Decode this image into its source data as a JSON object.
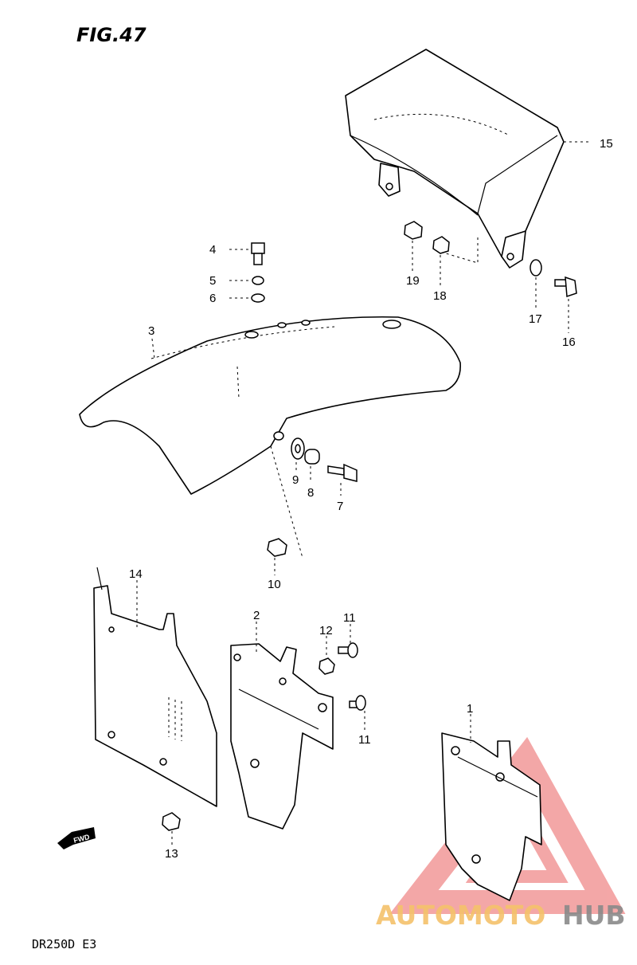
{
  "figure": {
    "title": "FIG.47",
    "model": "DR250D E3"
  },
  "fwd_badge": "FWD",
  "watermark": {
    "text_a": "AUTOMOTO",
    "text_b": "HUB",
    "color_a": "#F5C26B",
    "color_b": "#8A8A8A",
    "mark_color": "#F08A8A"
  },
  "parts": [
    {
      "no": "1",
      "name": "bracket-plate"
    },
    {
      "no": "2",
      "name": "bracket"
    },
    {
      "no": "3",
      "name": "front-fender"
    },
    {
      "no": "4",
      "name": "bolt"
    },
    {
      "no": "5",
      "name": "washer"
    },
    {
      "no": "6",
      "name": "washer"
    },
    {
      "no": "7",
      "name": "bolt"
    },
    {
      "no": "8",
      "name": "spacer"
    },
    {
      "no": "9",
      "name": "washer"
    },
    {
      "no": "10",
      "name": "nut"
    },
    {
      "no": "11",
      "name": "screw"
    },
    {
      "no": "11",
      "name": "screw"
    },
    {
      "no": "12",
      "name": "nut"
    },
    {
      "no": "13",
      "name": "nut"
    },
    {
      "no": "14",
      "name": "mud-flap"
    },
    {
      "no": "15",
      "name": "seat"
    },
    {
      "no": "16",
      "name": "bolt"
    },
    {
      "no": "17",
      "name": "washer"
    },
    {
      "no": "18",
      "name": "nut"
    },
    {
      "no": "19",
      "name": "nut"
    }
  ]
}
